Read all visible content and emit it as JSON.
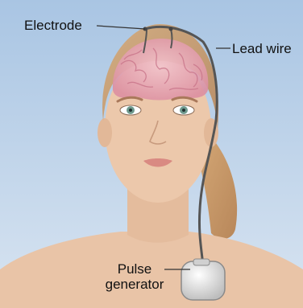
{
  "labels": {
    "electrode": "Electrode",
    "lead_wire": "Lead wire",
    "pulse_generator_line1": "Pulse",
    "pulse_generator_line2": "generator"
  },
  "colors": {
    "background_top": "#a8c4e2",
    "background_bottom": "#d7e3f0",
    "skin": "#e8c3a6",
    "hair": "#c99a6a",
    "brain": "#e9a8b6",
    "lead_wire": "#555555",
    "device": "#e6e6e6"
  }
}
